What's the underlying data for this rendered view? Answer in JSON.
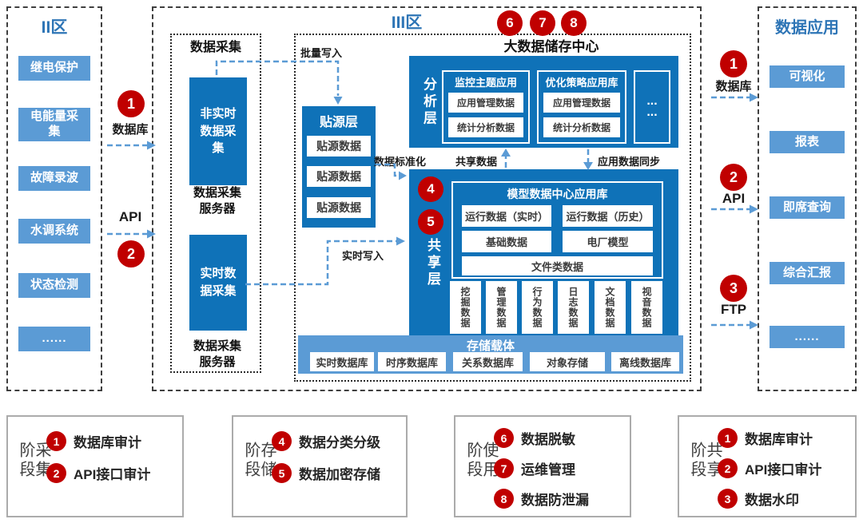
{
  "colors": {
    "dark_blue": "#0F72B8",
    "light_blue": "#5B9BD5",
    "title_blue": "#2E75B6",
    "badge_red": "#C00000"
  },
  "zone2": {
    "title": "II区",
    "items": [
      "继电保护",
      "电能量采集",
      "故障录波",
      "水调系统",
      "状态检测",
      "......"
    ]
  },
  "left_flows": {
    "flow1": {
      "num": "1",
      "label": "数据库"
    },
    "flow2": {
      "num": "2",
      "label": "API"
    }
  },
  "zone3": {
    "title": "III区",
    "collection": {
      "title": "数据采集",
      "unit1": {
        "box": "非实时数据采集",
        "server": "数据采集服务器"
      },
      "unit2": {
        "box": "实时数据采集",
        "server": "数据采集服务器"
      }
    },
    "center": {
      "title": "大数据储存中心",
      "badges": [
        "6",
        "7",
        "8"
      ],
      "source_layer": {
        "title": "贴源层",
        "items": [
          "贴源数据",
          "贴源数据",
          "贴源数据"
        ]
      },
      "analysis_layer": {
        "title": "分析层",
        "cards": [
          {
            "title": "监控主题应用",
            "items": [
              "应用管理数据",
              "统计分析数据"
            ]
          },
          {
            "title": "优化策略应用库",
            "items": [
              "应用管理数据",
              "统计分析数据"
            ]
          },
          {
            "title": "",
            "items": [
              "...",
              "..."
            ]
          }
        ]
      },
      "share_layer": {
        "title": "共享层",
        "badges": [
          "4",
          "5"
        ],
        "model_db": {
          "title": "模型数据中心应用库",
          "cells": {
            "r1c1": "运行数据（实时）",
            "r1c2": "运行数据（历史）",
            "r2c1": "基础数据",
            "r2c2": "电厂模型",
            "r3": "文件类数据"
          }
        },
        "columns": [
          "挖掘数据",
          "管理数据",
          "行为数据",
          "日志数据",
          "文档数据",
          "视音数据"
        ]
      },
      "storage": {
        "title": "存储载体",
        "items": [
          "实时数据库",
          "时序数据库",
          "关系数据库",
          "对象存储",
          "离线数据库"
        ]
      },
      "flows": {
        "batch_write": "批量写入",
        "standardize": "数据标准化",
        "realtime_write": "实时写入",
        "share_data": "共享数据",
        "app_sync": "应用数据同步"
      }
    }
  },
  "right_flows": {
    "flow1": {
      "num": "1",
      "label": "数据库"
    },
    "flow2": {
      "num": "2",
      "label": "API"
    },
    "flow3": {
      "num": "3",
      "label": "FTP"
    }
  },
  "apps": {
    "title": "数据应用",
    "items": [
      "可视化",
      "报表",
      "即席查询",
      "综合汇报",
      "......"
    ]
  },
  "legend": [
    {
      "phase": "采集阶段",
      "items": [
        {
          "num": "1",
          "label": "数据库审计"
        },
        {
          "num": "2",
          "label": "API接口审计"
        }
      ]
    },
    {
      "phase": "存储阶段",
      "items": [
        {
          "num": "4",
          "label": "数据分类分级"
        },
        {
          "num": "5",
          "label": "数据加密存储"
        }
      ]
    },
    {
      "phase": "使用阶段",
      "items": [
        {
          "num": "6",
          "label": "数据脱敏"
        },
        {
          "num": "7",
          "label": "运维管理"
        },
        {
          "num": "8",
          "label": "数据防泄漏"
        }
      ]
    },
    {
      "phase": "共享阶段",
      "items": [
        {
          "num": "1",
          "label": "数据库审计"
        },
        {
          "num": "2",
          "label": "API接口审计"
        },
        {
          "num": "3",
          "label": "数据水印"
        }
      ]
    }
  ]
}
